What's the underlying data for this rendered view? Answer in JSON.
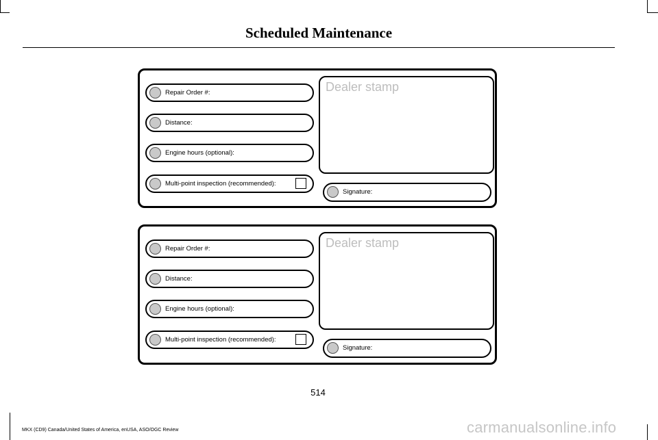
{
  "header": {
    "title": "Scheduled Maintenance"
  },
  "cards": [
    {
      "repair_order_label": "Repair Order #:",
      "distance_label": "Distance:",
      "engine_hours_label": "Engine hours (optional):",
      "inspection_label": "Multi-point inspection (recommended):",
      "stamp_label": "Dealer stamp",
      "signature_label": "Signature:"
    },
    {
      "repair_order_label": "Repair Order #:",
      "distance_label": "Distance:",
      "engine_hours_label": "Engine hours (optional):",
      "inspection_label": "Multi-point inspection (recommended):",
      "stamp_label": "Dealer stamp",
      "signature_label": "Signature:"
    }
  ],
  "footer": {
    "page_number": "514",
    "doc_info": "MKX (CD9) Canada/United States of America, enUSA, ASO/OGC Review"
  },
  "watermark": "carmanualsonline.info",
  "colors": {
    "bubble_fill": "#c9c9c9",
    "stamp_text": "#bdbdbd",
    "watermark_text": "#c6c6c6"
  }
}
